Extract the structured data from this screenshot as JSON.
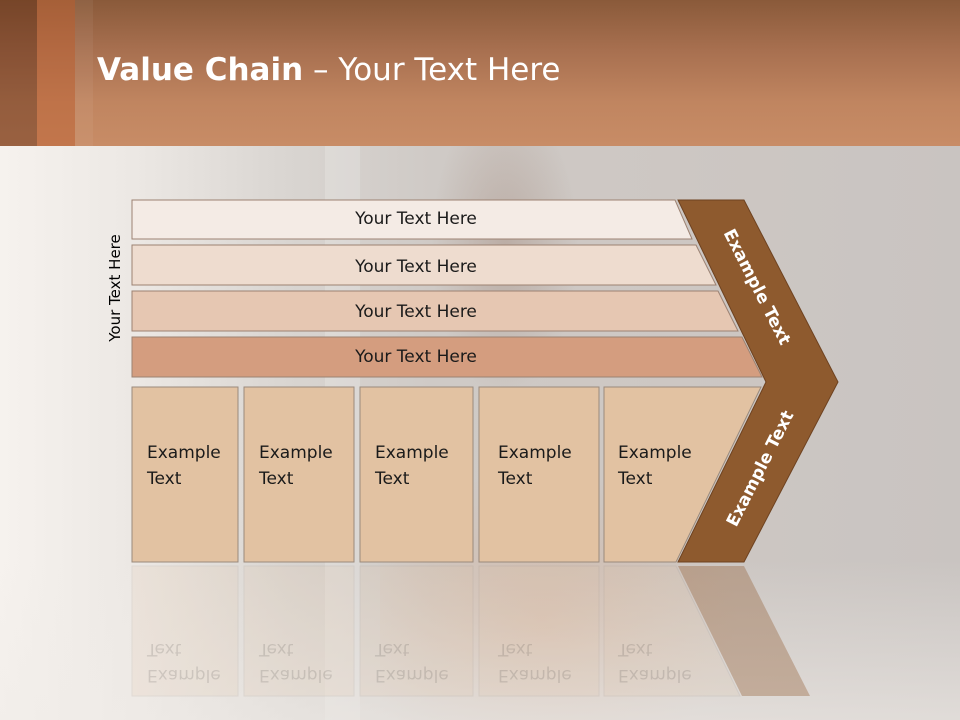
{
  "header": {
    "title_bold": "Value Chain",
    "title_rest": " – Your Text Here"
  },
  "side_label": "Your Text Here",
  "rows": [
    {
      "label": "Your Text Here",
      "color": "#f4ebe5"
    },
    {
      "label": "Your Text Here",
      "color": "#eedccf"
    },
    {
      "label": "Your Text Here",
      "color": "#e6c7b2"
    },
    {
      "label": "Your Text Here",
      "color": "#d49d7f"
    }
  ],
  "cells": [
    {
      "line1": "Example",
      "line2": "Text"
    },
    {
      "line1": "Example",
      "line2": "Text"
    },
    {
      "line1": "Example",
      "line2": "Text"
    },
    {
      "line1": "Example",
      "line2": "Text"
    },
    {
      "line1": "Example",
      "line2": "Text"
    }
  ],
  "arrow": {
    "upper_label": "Example Text",
    "lower_label": "Example Text",
    "color": "#8e5a2e"
  },
  "colors": {
    "cell_fill": "#e2c2a2",
    "cell_stroke": "#9a8a7c"
  }
}
